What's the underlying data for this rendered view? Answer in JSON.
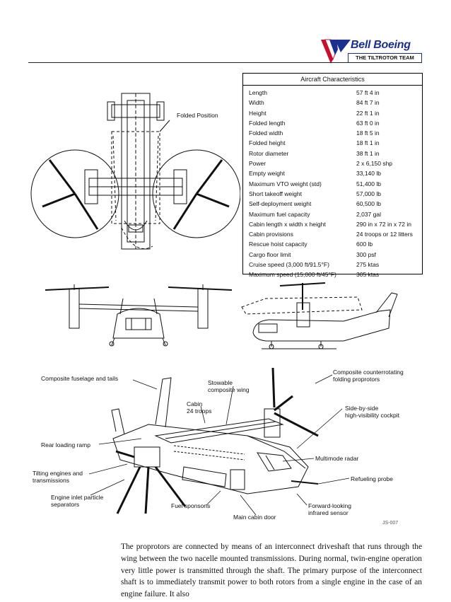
{
  "header": {
    "brand": "Bell Boeing",
    "tagline": "THE TILTROTOR TEAM"
  },
  "specs": {
    "title": "Aircraft Characteristics",
    "rows": [
      {
        "label": "Length",
        "value": "57 ft 4 in"
      },
      {
        "label": "Width",
        "value": "84 ft 7 in"
      },
      {
        "label": "Height",
        "value": "22 ft 1 in"
      },
      {
        "label": "Folded length",
        "value": "63 ft 0 in"
      },
      {
        "label": "Folded width",
        "value": "18 ft 5 in"
      },
      {
        "label": "Folded height",
        "value": "18 ft 1 in"
      },
      {
        "label": "Rotor diameter",
        "value": "38 ft 1 in"
      },
      {
        "label": "Power",
        "value": "2 x 6,150 shp"
      },
      {
        "label": "Empty weight",
        "value": "33,140 lb"
      },
      {
        "label": "Maximum VTO weight (std)",
        "value": "51,400 lb"
      },
      {
        "label": "Short takeoff weight",
        "value": "57,000 lb"
      },
      {
        "label": "Self-deployment weight",
        "value": "60,500 lb"
      },
      {
        "label": "Maximum fuel capacity",
        "value": "2,037 gal"
      },
      {
        "label": "Cabin length x width x height",
        "value": "290 in x 72 in x 72 in"
      },
      {
        "label": "Cabin provisions",
        "value": "24 troops or 12 litters"
      },
      {
        "label": "Rescue hoist capacity",
        "value": "600 lb"
      },
      {
        "label": "Cargo floor limit",
        "value": "300 psf"
      },
      {
        "label": "Cruise speed (3,000 ft/91.5°F)",
        "value": "275 ktas"
      },
      {
        "label": "Maximum speed (15,000 ft/45°F)",
        "value": "305 ktas"
      }
    ]
  },
  "drawings": {
    "folded_position_label": "Folded Position"
  },
  "callouts": {
    "composite_fuselage": "Composite fuselage and tails",
    "stowable_wing": "Stowable\ncomposite wing",
    "cabin": "Cabin\n24 troops",
    "counterrotating": "Composite counterrotating\nfolding proprotors",
    "cockpit": "Side-by-side\nhigh-visibility cockpit",
    "rear_ramp": "Rear loading ramp",
    "multimode_radar": "Multimode radar",
    "tilting_engines": "Tilting engines and\ntransmissions",
    "refueling_probe": "Refueling probe",
    "inlet_separators": "Engine inlet particle\nseparators",
    "fuel_sponsons": "Fuel sponsons",
    "flir": "Forward-looking\ninfrared sensor",
    "main_door": "Main cabin door",
    "figure_id": "JS-007"
  },
  "body": {
    "paragraph": "The proprotors are connected by means of an interconnect driveshaft that runs through the wing between the two nacelle mounted transmissions. During normal, twin-engine operation very little power is transmitted through the shaft. The primary purpose of the interconnect shaft is to immediately transmit power to both rotors from a single engine in the case of an engine failure. It also"
  }
}
